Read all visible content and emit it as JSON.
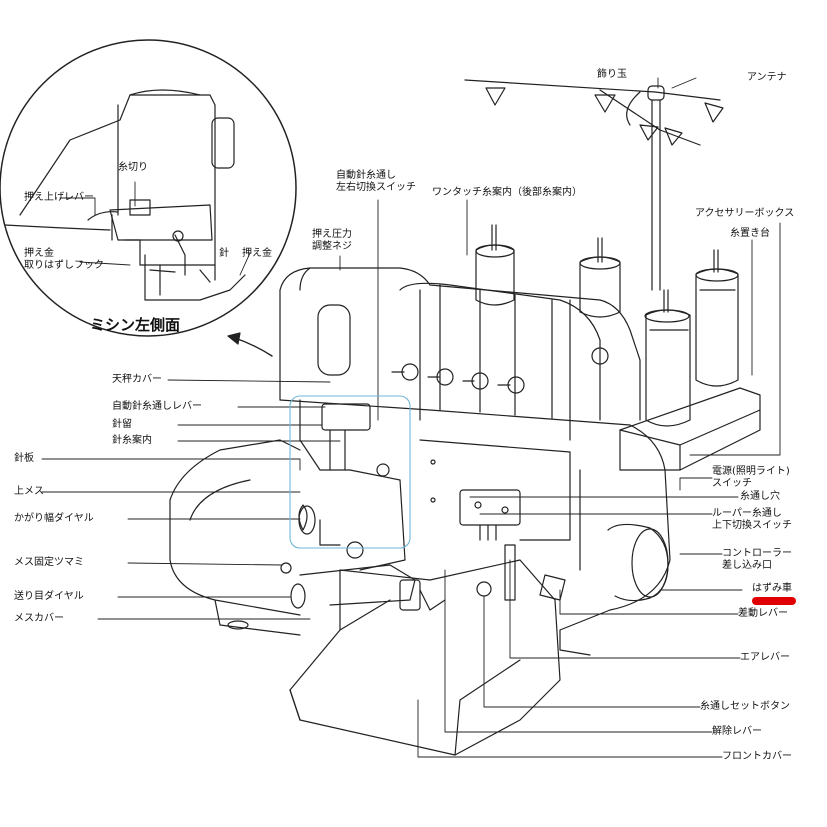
{
  "diagram": {
    "inset_title": "ミシン左側面",
    "labels": {
      "kazaridama": "飾り玉",
      "antenna": "アンテナ",
      "jidou_sw": "自動針糸通し\n左右切換スイッチ",
      "onetouch": "ワンタッチ糸案内（後部糸案内）",
      "accessory": "アクセサリーボックス",
      "itooki": "糸置き台",
      "osae_atsu": "押え圧力\n調整ネジ",
      "tenbin": "天秤カバー",
      "jidou_lever": "自動針糸通しレバー",
      "haridome": "針留",
      "hariito": "針糸案内",
      "hariita": "針板",
      "ue_mes": "上メス",
      "kagari": "かがり幅ダイヤル",
      "mes_kotei": "メス固定ツマミ",
      "okuri": "送り目ダイヤル",
      "mes_cover": "メスカバー",
      "dengen": "電源(照明ライト)\nスイッチ",
      "itotoshi_ana": "糸通し穴",
      "looper_sw": "ルーパー糸通し\n上下切換スイッチ",
      "controller": "コントローラー\n差し込み口",
      "hazumi": "はずみ車",
      "sadou": "差動レバー",
      "air": "エアレバー",
      "set_button": "糸通しセットボタン",
      "kaijo": "解除レバー",
      "front": "フロントカバー",
      "itokiri": "糸切り",
      "osae_lever": "押え上げレバー",
      "osae_hook": "押え金\n取りはずしフック",
      "hari": "針",
      "osaegane": "押え金"
    }
  },
  "colors": {
    "highlight": "#e00000",
    "guide": "#6fb6d8",
    "ink": "#111111"
  }
}
